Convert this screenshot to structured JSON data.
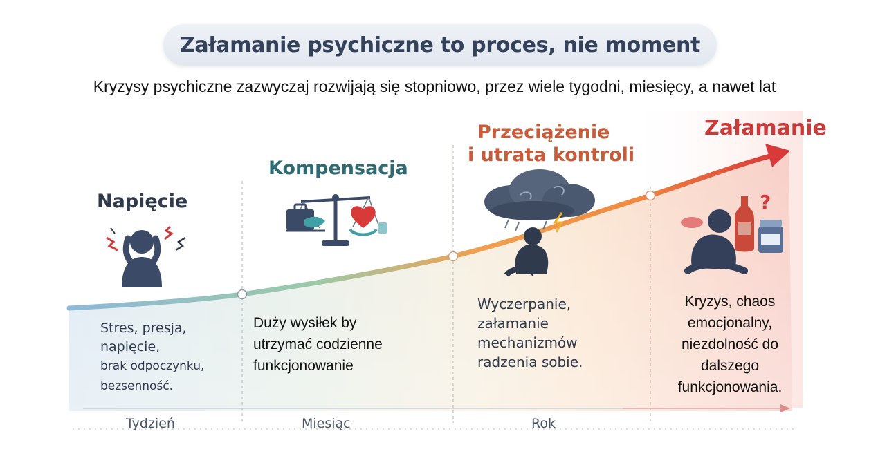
{
  "title": "Załamanie psychiczne to proces, nie moment",
  "subtitle": "Kryzysy psychiczne zazwyczaj rozwijają się stopniowo, przez wiele tygodni, miesięcy, a nawet lat",
  "stages": [
    {
      "title": "Napięcie",
      "desc_lines": [
        "Stres, presja,",
        "napięcie,",
        "brak odpoczynku,",
        "bezsenność."
      ],
      "icon": "stressed-person-icon",
      "color": "#2f3a4d"
    },
    {
      "title": "Kompensacja",
      "desc_lines": [
        "Duży wysiłek by",
        "utrzymać codzienne",
        "funkcjonowanie"
      ],
      "icon": "balance-scale-icon",
      "color": "#2f6b72"
    },
    {
      "title_lines": [
        "Przeciążenie",
        "i utrata kontroli"
      ],
      "desc_lines": [
        "Wyczerpanie,",
        "załamanie",
        "mechanizmów",
        "radzenia sobie."
      ],
      "icon": "storm-cloud-person-icon",
      "color": "#c85c3a"
    },
    {
      "title": "Załamanie",
      "desc_lines": [
        "Kryzys, chaos",
        "emocjonalny,",
        "niezdolność do",
        "dalszego",
        "funkcjonowania."
      ],
      "icon": "crisis-person-icon",
      "color": "#c93a3a"
    }
  ],
  "timeline": [
    "Tydzień",
    "Miesiąc",
    "Rok"
  ],
  "colors": {
    "curve_start": "#8fb8d8",
    "curve_mid": "#9cc9a8",
    "curve_orange": "#f0a050",
    "curve_end": "#d83a3a"
  }
}
